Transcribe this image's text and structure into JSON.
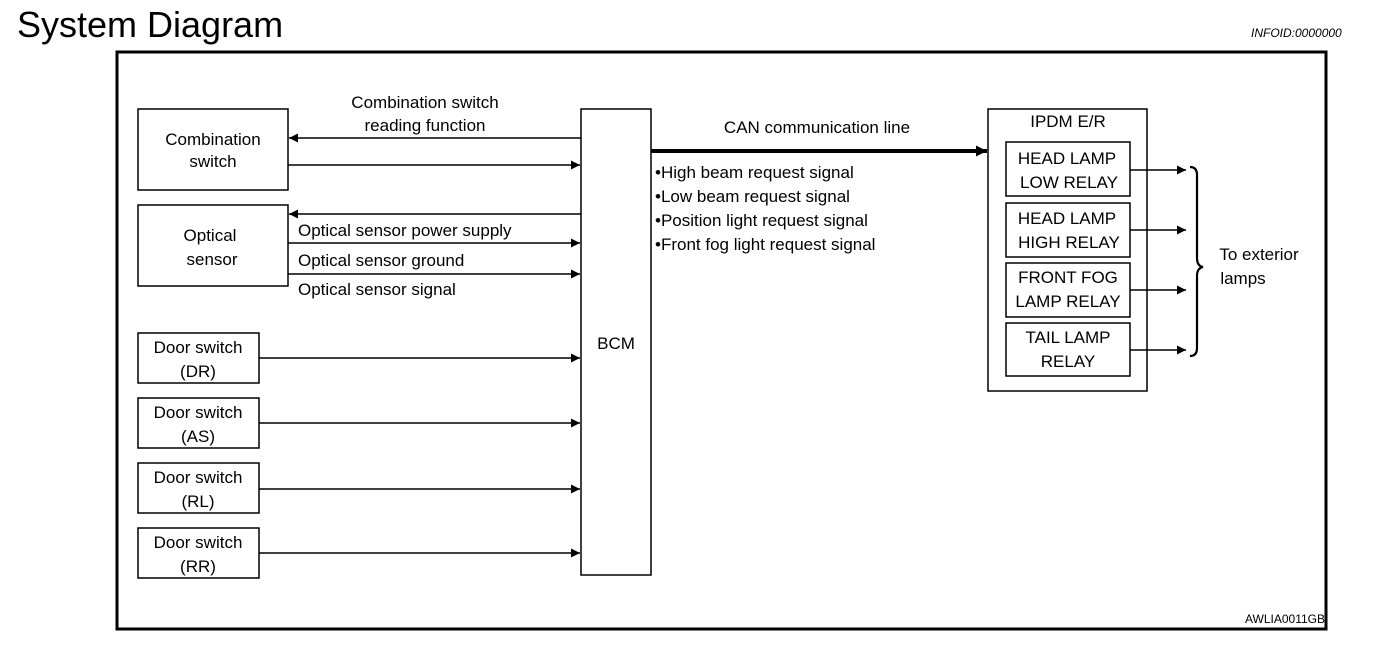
{
  "title": "System Diagram",
  "info_id": "INFOID:0000000",
  "figure_code": "AWLIA0011GB",
  "combination_switch": {
    "label_line1": "Combination",
    "label_line2": "switch"
  },
  "combination_switch_function": {
    "line1": "Combination switch",
    "line2": "reading function"
  },
  "optical_sensor": {
    "label_line1": "Optical",
    "label_line2": "sensor",
    "power_supply": "Optical sensor power supply",
    "ground": "Optical sensor ground",
    "signal": "Optical sensor signal"
  },
  "door_switches": [
    {
      "line1": "Door switch",
      "line2": "(DR)"
    },
    {
      "line1": "Door switch",
      "line2": "(AS)"
    },
    {
      "line1": "Door switch",
      "line2": "(RL)"
    },
    {
      "line1": "Door switch",
      "line2": "(RR)"
    }
  ],
  "bcm": {
    "label": "BCM"
  },
  "can_line": {
    "label": "CAN communication line"
  },
  "request_signals": [
    "•High beam request signal",
    "•Low beam request signal",
    "•Position light request signal",
    "•Front fog light request signal"
  ],
  "ipdm": {
    "label": "IPDM E/R"
  },
  "relays": [
    {
      "line1": "HEAD LAMP",
      "line2": "LOW RELAY"
    },
    {
      "line1": "HEAD LAMP",
      "line2": "HIGH RELAY"
    },
    {
      "line1": "FRONT FOG",
      "line2": "LAMP RELAY"
    },
    {
      "line1": "TAIL LAMP",
      "line2": "RELAY"
    }
  ],
  "exterior_lamps": {
    "line1": "To exterior",
    "line2": "lamps"
  }
}
